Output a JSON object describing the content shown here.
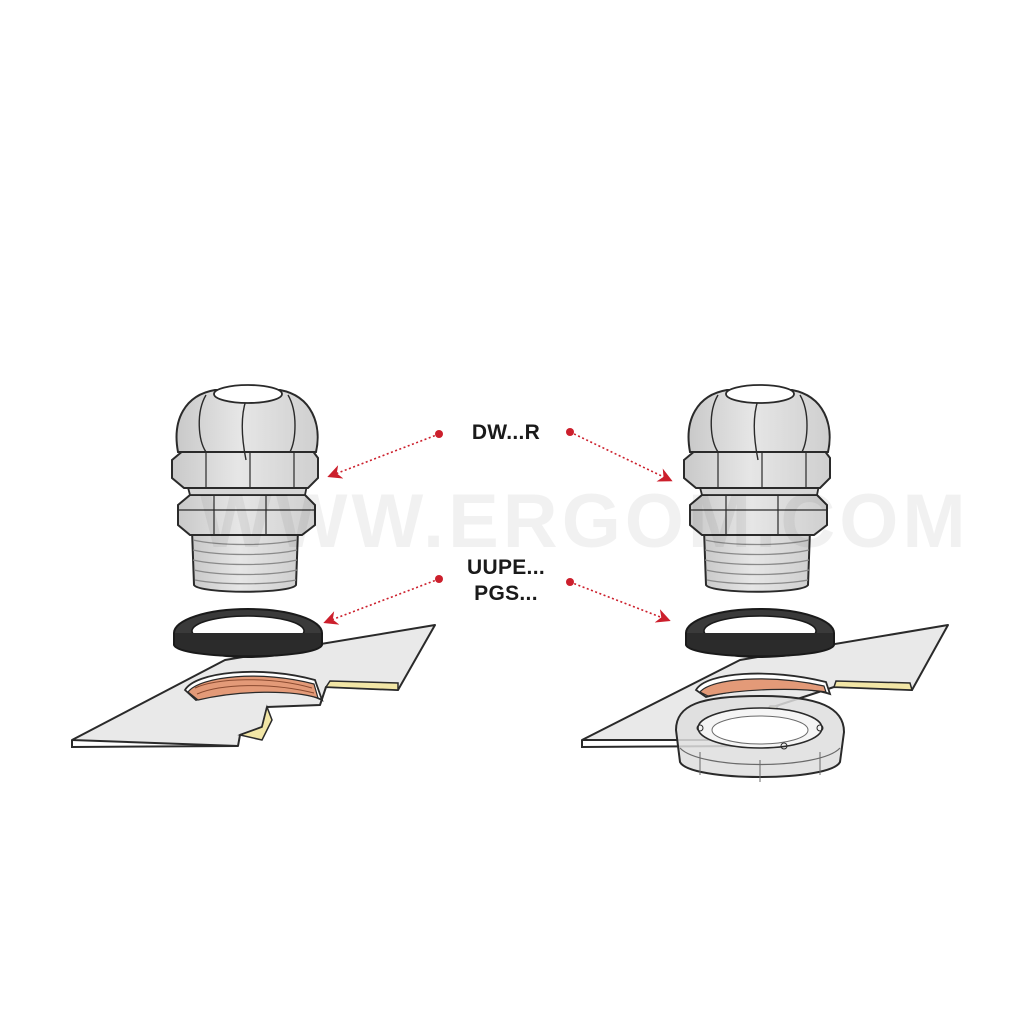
{
  "labels": {
    "top": "DW...R",
    "bottom_line1": "UUPE...",
    "bottom_line2": "PGS..."
  },
  "watermark": "WWW.ERGOM.COM",
  "colors": {
    "arrow": "#cc1f2c",
    "gland_body": "#dcdcdc",
    "outline": "#2a2a2a",
    "gasket": "#3a3a3a",
    "plate": "#e8e8e8",
    "plate_edge": "#f2e6a6",
    "thread_copper": "#e39a78"
  }
}
